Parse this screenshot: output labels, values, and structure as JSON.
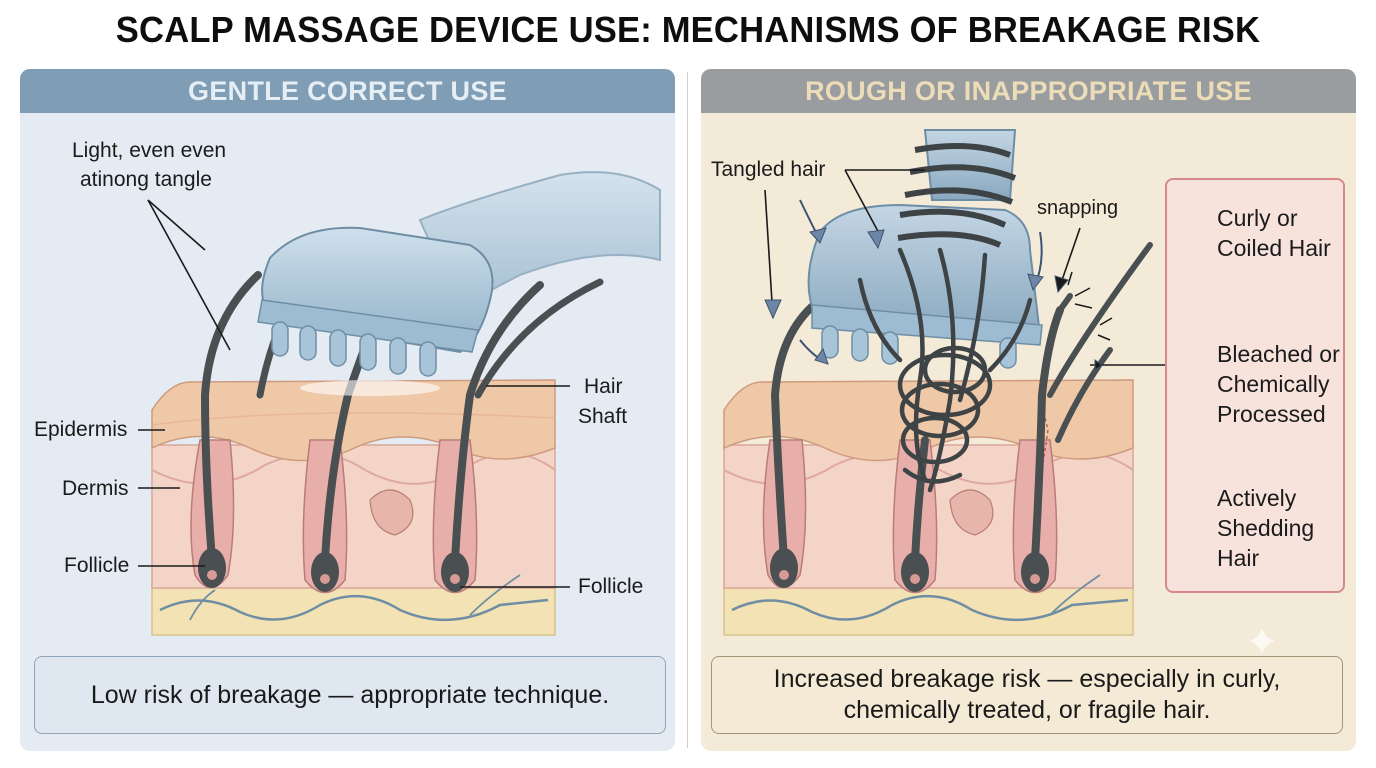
{
  "title": "SCALP MASSAGE DEVICE USE: MECHANISMS OF BREAKAGE RISK",
  "left_panel": {
    "header": "GENTLE CORRECT USE",
    "callout_line1": "Light, even even",
    "callout_line2": "atinong tangle",
    "labels": {
      "epidermis": "Epidermis",
      "dermis": "Dermis",
      "follicle_left": "Follicle",
      "hair_shaft_line1": "Hair",
      "hair_shaft_line2": "Shaft",
      "follicle_right": "Follicle"
    },
    "summary": "Low risk of breakage — appropriate technique."
  },
  "right_panel": {
    "header": "ROUGH OR INAPPROPRIATE USE",
    "labels": {
      "tangled_hair": "Tangled hair",
      "snapping": "snapping"
    },
    "risk_factors": [
      {
        "label": "Curly or\nCoiled Hair",
        "icon": "coiled-hair-icon"
      },
      {
        "label": "Bleached or\nChemically\nProcessed",
        "icon": "bleached-hair-icon"
      },
      {
        "label": "Actively\nShedding\nHair",
        "icon": "shedding-hair-icon"
      }
    ],
    "summary_line1": "Increased breakage risk — especially in curly,",
    "summary_line2": "chemically treated, or fragile hair."
  },
  "colors": {
    "left_panel_bg": "#e4ebf2",
    "right_panel_bg": "#f3ead8",
    "left_header_bg": "#7f9db5",
    "right_header_bg": "#9a9d9f",
    "device_blue": "#a9c6d9",
    "hair": "#4a4f52",
    "epidermis": "#efc8a8",
    "dermis": "#f4d4c6",
    "fat_layer": "#f3e2b3",
    "risk_box_border": "#d5898a"
  }
}
